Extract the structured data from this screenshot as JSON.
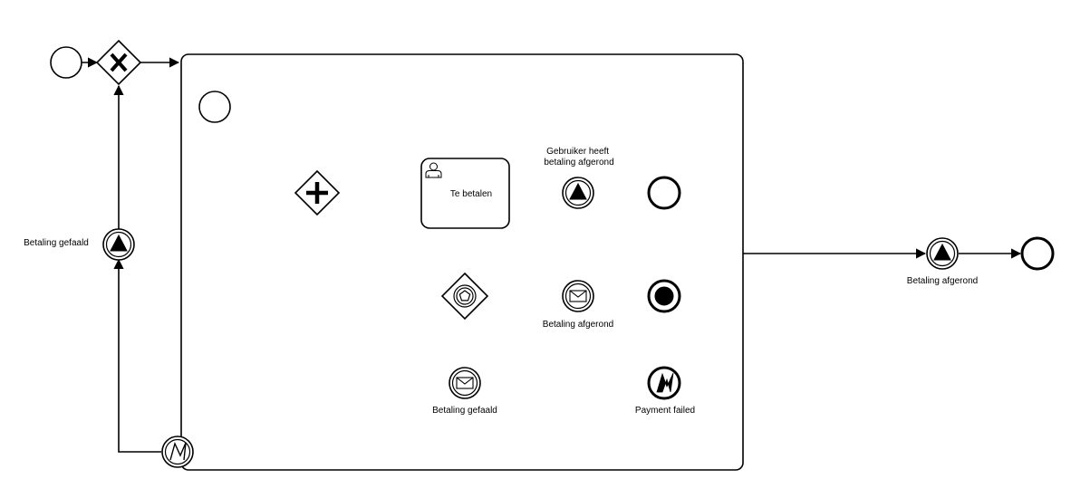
{
  "diagram": {
    "notation": "BPMN",
    "colors": {
      "stroke": "#000000",
      "fill": "#ffffff"
    },
    "labels": {
      "user_finished": [
        "Gebruiker heeft",
        "betaling afgerond"
      ],
      "task_pay": "Te betalen",
      "msg_completed": "Betaling afgerond",
      "msg_failed": "Betaling gefaald",
      "end_payment_failed": "Payment failed",
      "retry_failed": "Betaling gefaald",
      "outer_completed": "Betaling afgerond"
    },
    "icons": {
      "exclusive_gateway": "x-icon",
      "parallel_gateway": "plus-icon",
      "event_based_gateway": "pentagon-icon",
      "user_task": "user-icon",
      "signal": "triangle-icon",
      "message": "envelope-icon",
      "error": "lightning-icon"
    }
  }
}
